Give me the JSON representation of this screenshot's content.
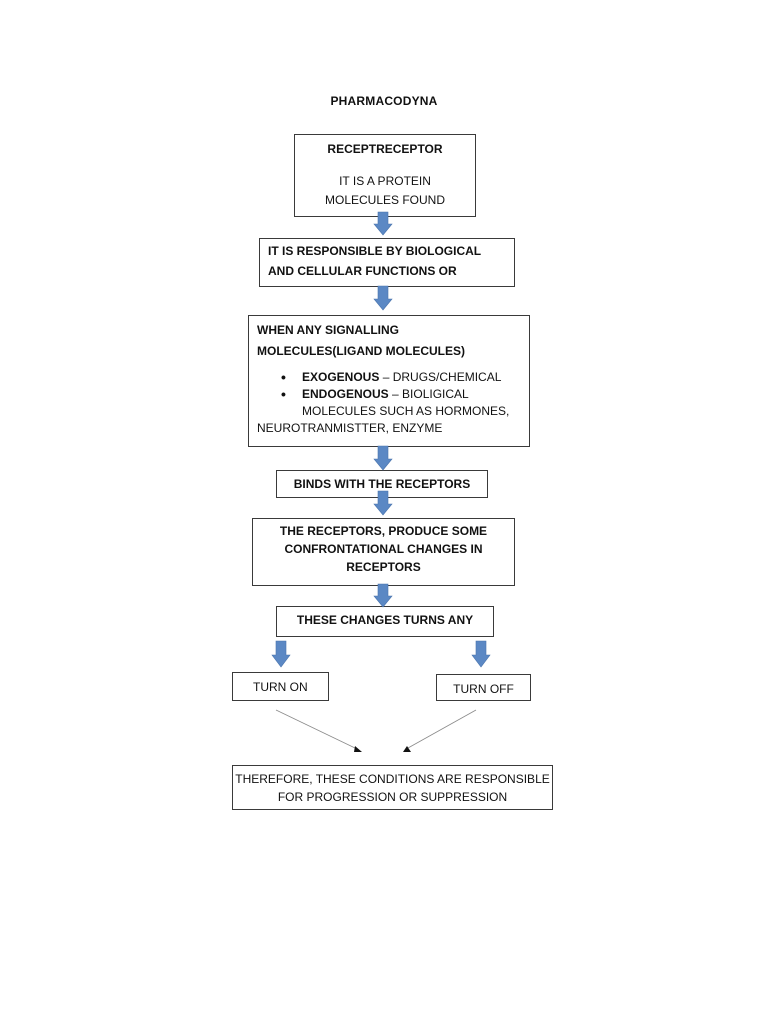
{
  "title": "PHARMACODYNA",
  "box1": {
    "heading": "RECEPTRECEPTOR",
    "text": "IT IS A PROTEIN MOLECULES FOUND"
  },
  "box2": {
    "text": "IT IS RESPONSIBLE BY BIOLOGICAL AND CELLULAR FUNCTIONS OR"
  },
  "box3": {
    "intro": "WHEN ANY SIGNALLING MOLECULES(LIGAND MOLECULES)",
    "bullets": [
      {
        "term": "EXOGENOUS",
        "desc": "– DRUGS/CHEMICAL"
      },
      {
        "term": "ENDOGENOUS",
        "desc": "– BIOLIGICAL MOLECULES SUCH AS HORMONES,"
      }
    ],
    "tail": "NEUROTRANMISTTER, ENZYME"
  },
  "box4": {
    "text": "BINDS WITH THE RECEPTORS"
  },
  "box5": {
    "text": "THE RECEPTORS, PRODUCE SOME CONFRONTATIONAL CHANGES IN RECEPTORS"
  },
  "box6": {
    "text": "THESE CHANGES TURNS ANY"
  },
  "box7": {
    "text": "TURN ON"
  },
  "box8": {
    "text": "TURN OFF"
  },
  "box9": {
    "text": "THEREFORE, THESE CONDITIONS ARE RESPONSIBLE FOR PROGRESSION OR SUPPRESSION"
  },
  "colors": {
    "arrow": "#5b88c4",
    "border": "#3a3a3a",
    "connector": "#8a8a8a"
  }
}
